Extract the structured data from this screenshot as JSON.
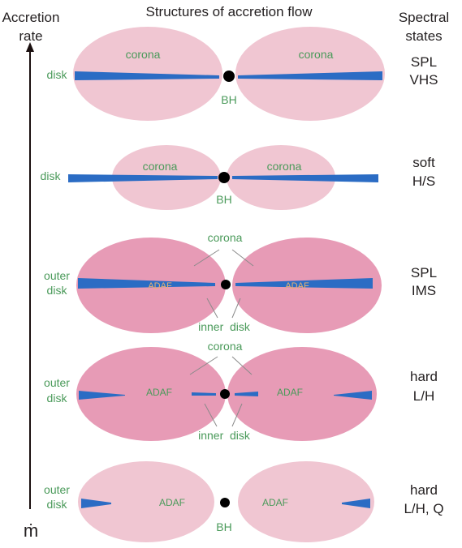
{
  "header": {
    "left_line1": "Accretion",
    "left_line2": "rate",
    "center": "Structures of accretion flow",
    "right_line1": "Spectral",
    "right_line2": "states"
  },
  "axis": {
    "mdot": "ṁ"
  },
  "colors": {
    "corona_light": "#f0c6d2",
    "corona_dark": "#e79bb6",
    "disk": "#2b6cc4",
    "label_green": "#4a9a5a",
    "bh": "#000000"
  },
  "rows": [
    {
      "state_line1": "SPL",
      "state_line2": "VHS",
      "corona_left": "corona",
      "corona_right": "corona",
      "disk_label": "disk",
      "bh_label": "BH"
    },
    {
      "state_line1": "soft",
      "state_line2": "H/S",
      "corona_left": "corona",
      "corona_right": "corona",
      "disk_label": "disk",
      "bh_label": "BH"
    },
    {
      "state_line1": "SPL",
      "state_line2": "IMS",
      "corona_label": "corona",
      "outer_line1": "outer",
      "outer_line2": "disk",
      "adaf_left": "ADAF",
      "adaf_right": "ADAF",
      "inner_label": "inner  disk"
    },
    {
      "state_line1": "hard",
      "state_line2": "L/H",
      "corona_label": "corona",
      "outer_line1": "outer",
      "outer_line2": "disk",
      "adaf_left": "ADAF",
      "adaf_right": "ADAF",
      "inner_label": "inner  disk"
    },
    {
      "state_line1": "hard",
      "state_line2": "L/H, Q",
      "outer_line1": "outer",
      "outer_line2": "disk",
      "adaf_left": "ADAF",
      "adaf_right": "ADAF",
      "bh_label": "BH"
    }
  ]
}
